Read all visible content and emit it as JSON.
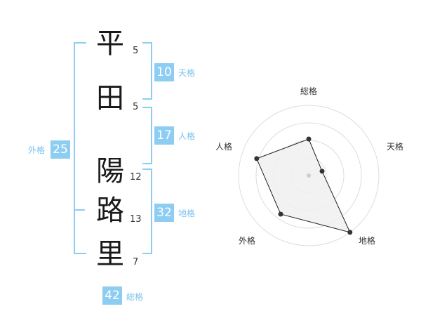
{
  "name": {
    "characters": [
      {
        "char": "平",
        "strokes": "5"
      },
      {
        "char": "田",
        "strokes": "5"
      },
      {
        "char": "陽",
        "strokes": "12"
      },
      {
        "char": "路",
        "strokes": "13"
      },
      {
        "char": "里",
        "strokes": "7"
      }
    ]
  },
  "fortunes": {
    "tenkaku": {
      "value": "10",
      "label": "天格"
    },
    "jinkaku": {
      "value": "17",
      "label": "人格"
    },
    "chikaku": {
      "value": "32",
      "label": "地格"
    },
    "gaikaku": {
      "value": "25",
      "label": "外格"
    },
    "soukaku": {
      "value": "42",
      "label": "総格"
    }
  },
  "radar": {
    "axes": [
      "総格",
      "天格",
      "地格",
      "外格",
      "人格"
    ],
    "values": [
      0.52,
      0.2,
      1.0,
      0.68,
      0.78
    ],
    "max": 1.0,
    "rings": 4,
    "colors": {
      "fill": "#f0f0f0",
      "line": "#222222",
      "ring": "#dddddd"
    }
  },
  "colors": {
    "accent": "#8ecdf2"
  }
}
